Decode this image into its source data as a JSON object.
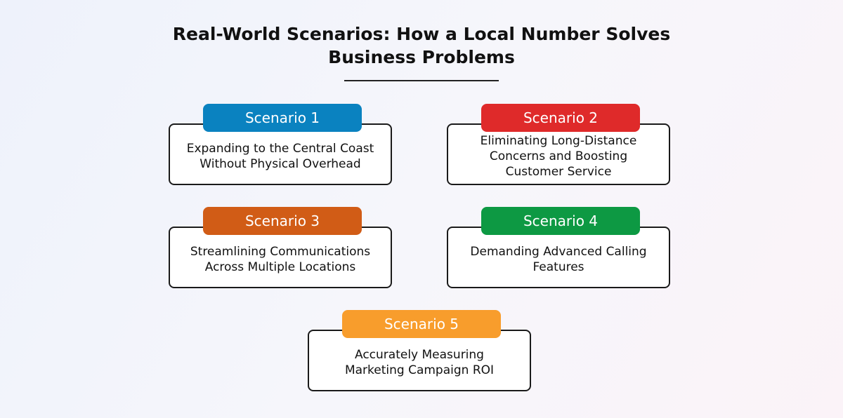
{
  "title_line1": "Real-World Scenarios: How a Local Number Solves",
  "title_line2": "Business Problems",
  "scenarios": [
    {
      "label": "Scenario 1",
      "text": "Expanding to the Central Coast Without Physical Overhead",
      "color": "#0a82c0"
    },
    {
      "label": "Scenario 2",
      "text": "Eliminating Long-Distance Concerns and Boosting Customer Service",
      "color": "#df2a2a"
    },
    {
      "label": "Scenario 3",
      "text": "Streamlining Communications Across Multiple Locations",
      "color": "#d15c16"
    },
    {
      "label": "Scenario 4",
      "text": "Demanding Advanced Calling Features",
      "color": "#0d9943"
    },
    {
      "label": "Scenario 5",
      "text": "Accurately Measuring Marketing Campaign ROI",
      "color": "#f89d2c"
    }
  ]
}
